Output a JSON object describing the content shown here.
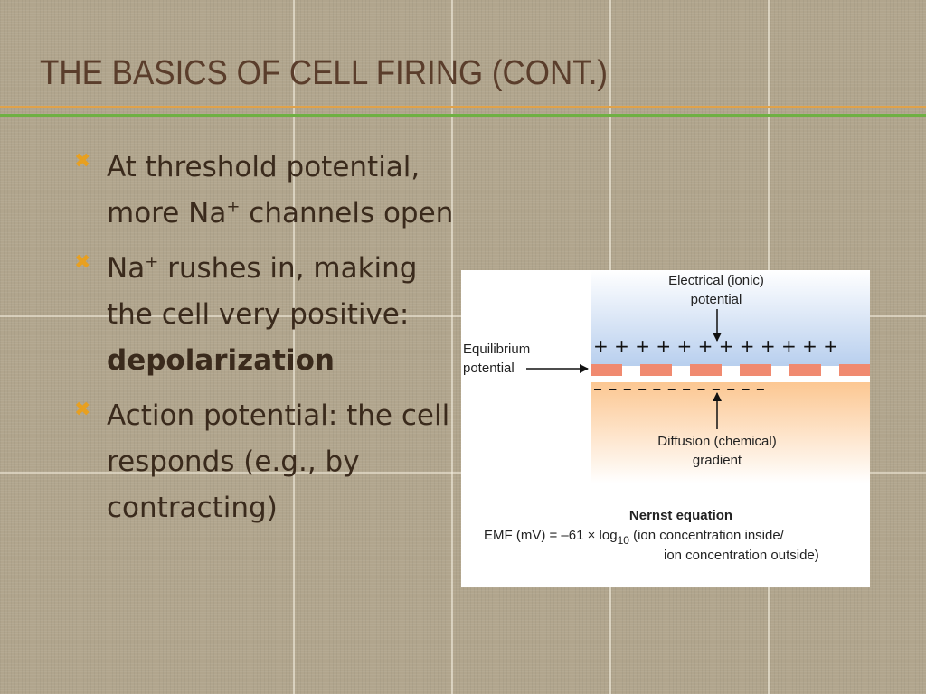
{
  "slide": {
    "title": "THE BASICS OF CELL FIRING (CONT.)",
    "colors": {
      "title": "#5a3d2b",
      "bullet": "#e8a020",
      "rule_orange": "#e0a24a",
      "rule_green": "#6fb043"
    }
  },
  "bullets": [
    {
      "icon": "x-bullet-icon",
      "pre": "At threshold potential, more Na",
      "sup": "+",
      "post": " channels open"
    },
    {
      "icon": "x-bullet-icon",
      "pre": "Na",
      "sup": "+",
      "post": " rushes in, making the cell very positive: ",
      "bold": "depolarization"
    },
    {
      "icon": "x-bullet-icon",
      "pre": "Action potential: the cell responds (e.g., by contracting)"
    }
  ],
  "figure": {
    "electrical_line1": "Electrical (ionic)",
    "electrical_line2": "potential",
    "equilibrium_line1": "Equilibrium",
    "equilibrium_line2": "potential",
    "plus_signs": "+ + + + + + + + + + + +",
    "minus_signs": "– – – – – – – – – – – –",
    "diffusion_line1": "Diffusion (chemical)",
    "diffusion_line2": "gradient",
    "nernst_title": "Nernst equation",
    "nernst_lhs": "EMF (mV) = –61 × log",
    "nernst_sub": "10",
    "nernst_rhs1": " (ion concentration inside/",
    "nernst_rhs2": "ion concentration outside)",
    "colors": {
      "top_band": "#c7d9f0",
      "bottom_band": "#fbd9b0",
      "membrane": "#f08a70"
    }
  }
}
